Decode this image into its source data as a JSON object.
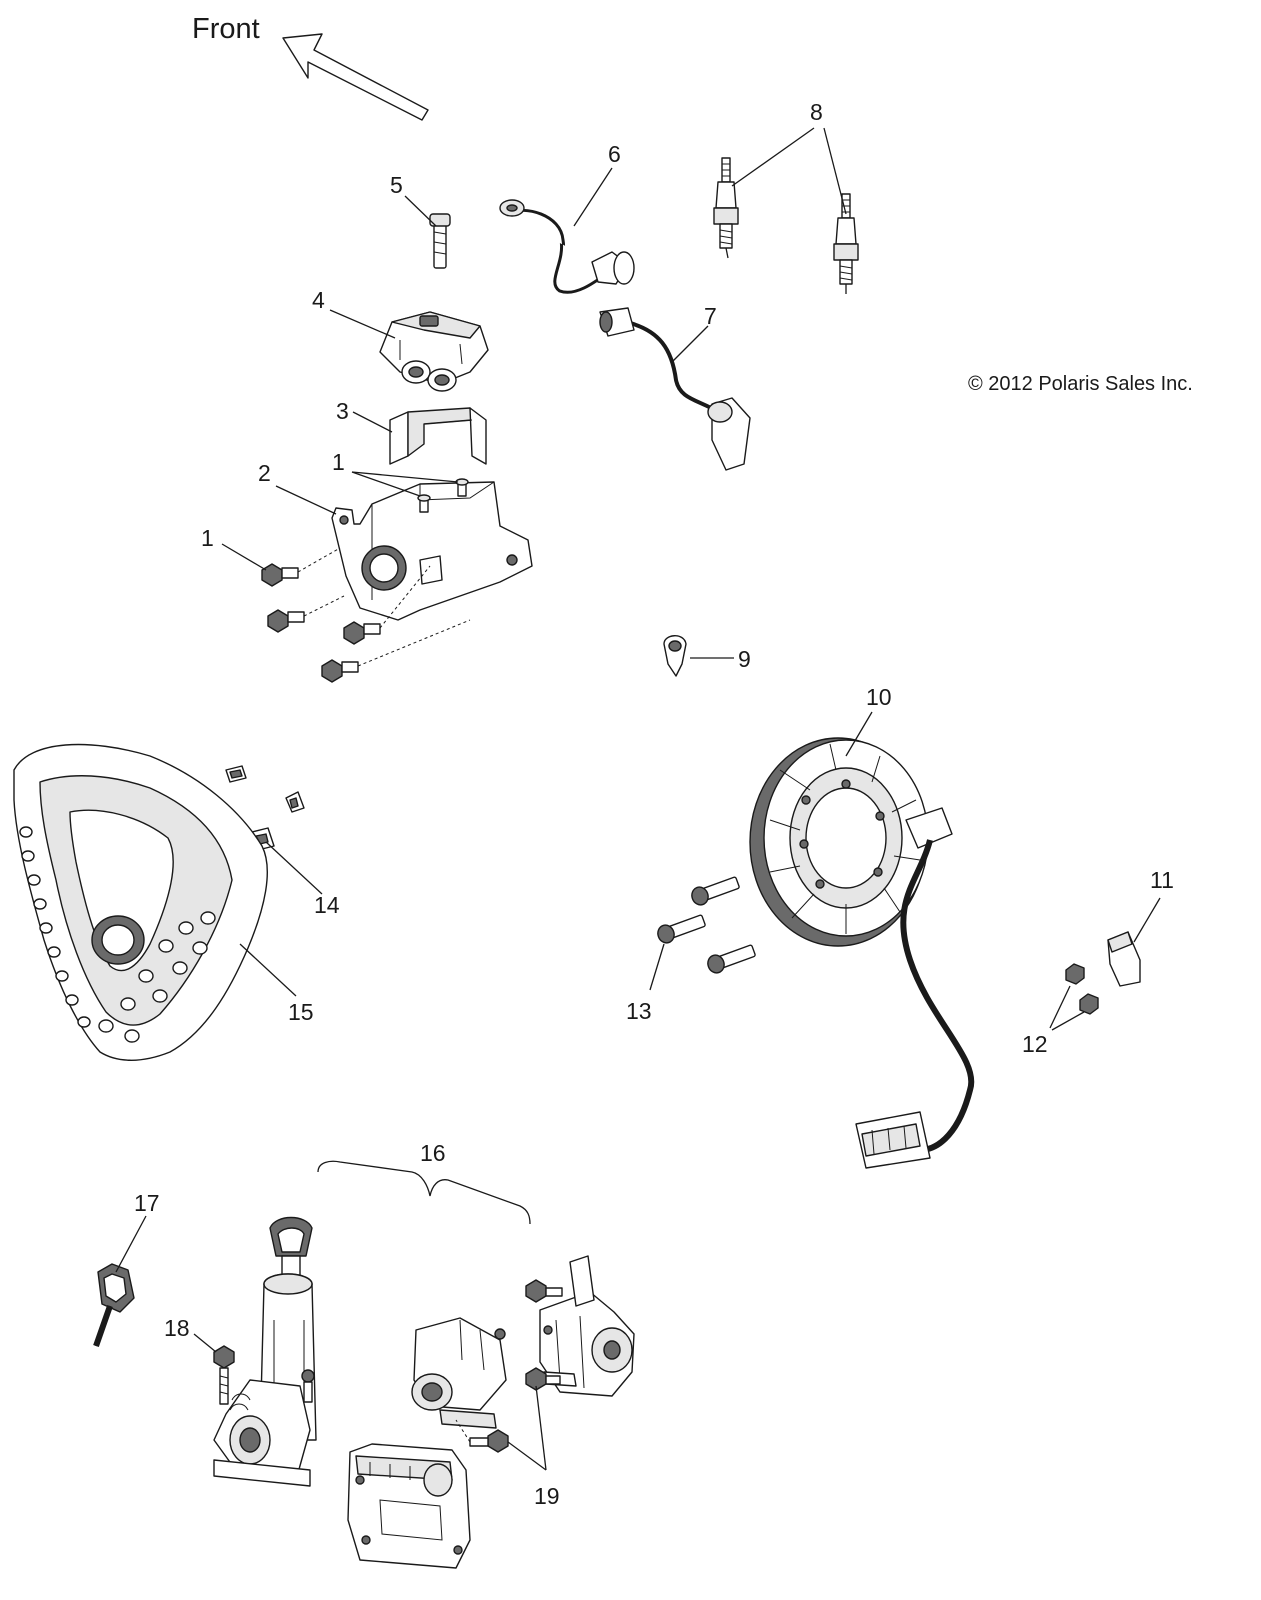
{
  "direction_label": "Front",
  "copyright": "© 2012 Polaris Sales Inc.",
  "callouts": {
    "c1a": "1",
    "c1b": "1",
    "c2": "2",
    "c3": "3",
    "c4": "4",
    "c5": "5",
    "c6": "6",
    "c7": "7",
    "c8": "8",
    "c9": "9",
    "c10": "10",
    "c11": "11",
    "c12": "12",
    "c13": "13",
    "c14": "14",
    "c15": "15",
    "c16": "16",
    "c17": "17",
    "c18": "18",
    "c19": "19"
  }
}
